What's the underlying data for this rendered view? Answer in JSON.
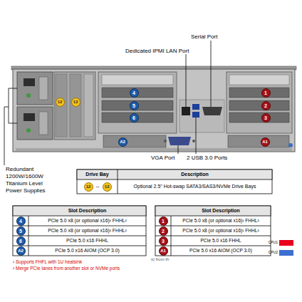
{
  "diagram": {
    "nodes": [
      {
        "text": [
          "12"
        ]
      },
      {
        "text": [
          "13"
        ]
      },
      {
        "text": [
          "4"
        ]
      },
      {
        "text": [
          "5"
        ]
      },
      {
        "text": [
          "6"
        ]
      },
      {
        "text": [
          "A2"
        ]
      },
      {
        "text": [
          "1"
        ]
      },
      {
        "text": [
          "2"
        ]
      },
      {
        "text": [
          "3"
        ]
      },
      {
        "text": [
          "A1"
        ]
      },
      {
        "text": [
          "12"
        ]
      },
      {
        "text": [
          "13"
        ]
      },
      {
        "text": [
          "4"
        ]
      },
      {
        "text": [
          "5"
        ]
      },
      {
        "text": [
          "6"
        ]
      },
      {
        "text": [
          "A2"
        ]
      },
      {
        "text": [
          "1"
        ]
      },
      {
        "text": [
          "2"
        ]
      },
      {
        "text": [
          "3"
        ]
      },
      {
        "text": [
          "A1"
        ]
      }
    ],
    "labels": [
      "Serial Port",
      "Dedicated IPMI LAN Port",
      "VGA Port",
      "2 USB 3.0 Ports",
      "Redundant 1200W/1600W Titanium Level Power Supplies",
      "Drive Bay",
      "Description",
      "–",
      "Optional 2.5\" Hot-swap SATA3/SAS3/NVMe Drive Bays",
      "Slot Description",
      "PCIe 5.0 x8 (or optional x16)¹ FHHL²",
      "PCIe 5.0 x8 (or optional x16)¹ FHHL²",
      "PCIe 5.0 x16 FHHL",
      "PCIe 5.0 x16 AIOM (OCP 3.0)",
      "Slot Description",
      "PCIe 5.0 x8 (or optional x16)¹ FHHL²",
      "PCIe 5.0 x8 (or optional x16)¹ FHHL²",
      "PCIe 5.0 x16 FHHL",
      "PCIe 5.0 x16 AIOM (OCP 3.0)",
      "¹ Supports FHFL with 1U heatsink",
      "² Merge PCIe lanes from another slot or NVMe ports",
      "s) from th"
    ],
    "legend": [
      {
        "text": "CPU1",
        "color": "#e8001c"
      },
      {
        "text": "CPU2",
        "color": "#3d6fd0"
      }
    ]
  }
}
